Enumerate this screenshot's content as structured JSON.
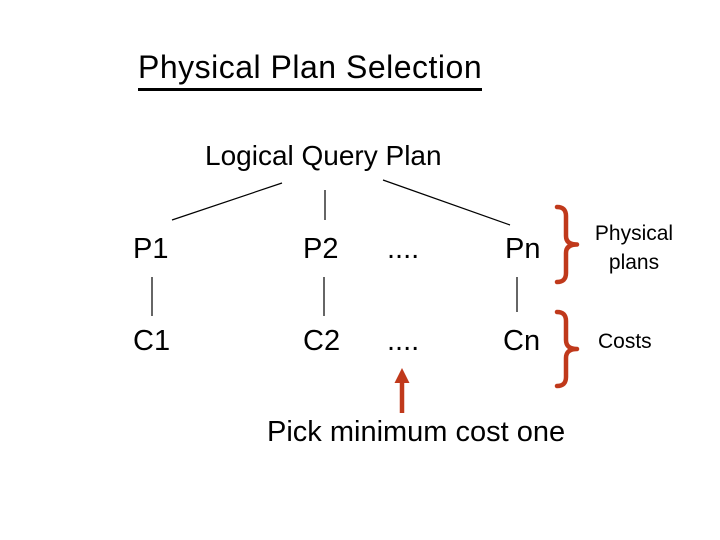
{
  "slide_title": "Physical Plan Selection",
  "diagram": {
    "root_label": "Logical Query Plan",
    "physical_plans": {
      "p1": "P1",
      "p2": "P2",
      "dots": "....",
      "pn": "Pn"
    },
    "costs": {
      "c1": "C1",
      "c2": "C2",
      "dots": "....",
      "cn": "Cn"
    },
    "brace_labels": {
      "plans_line1": "Physical",
      "plans_line2": "plans",
      "costs": "Costs"
    }
  },
  "caption": "Pick minimum cost one",
  "colors": {
    "accent": "#C0391B",
    "line": "#000000",
    "background": "#FFFFFF"
  }
}
